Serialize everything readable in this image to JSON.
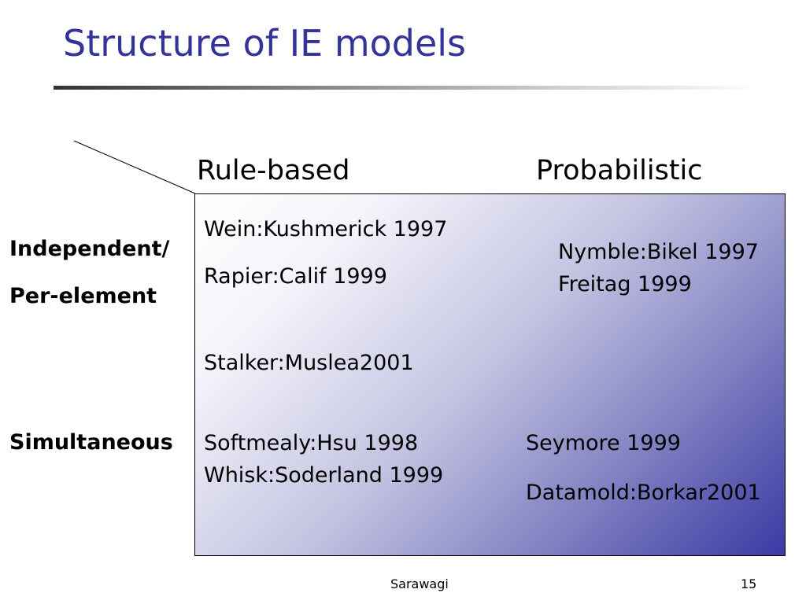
{
  "slide": {
    "title": "Structure of IE models",
    "columns": {
      "rule_based": "Rule-based",
      "probabilistic": "Probabilistic"
    },
    "rows": {
      "independent_line1": "Independent/",
      "independent_line2": "Per-element",
      "simultaneous": "Simultaneous"
    },
    "cells": {
      "wein": "Wein:Kushmerick 1997",
      "rapier": "Rapier:Calif 1999",
      "stalker": "Stalker:Muslea2001",
      "nymble": "Nymble:Bikel 1997",
      "freitag": "Freitag 1999",
      "softmealy": "Softmealy:Hsu 1998",
      "whisk": "Whisk:Soderland 1999",
      "seymore": "Seymore 1999",
      "datamold": "Datamold:Borkar2001"
    },
    "footer": {
      "author": "Sarawagi",
      "page_number": "15"
    }
  }
}
